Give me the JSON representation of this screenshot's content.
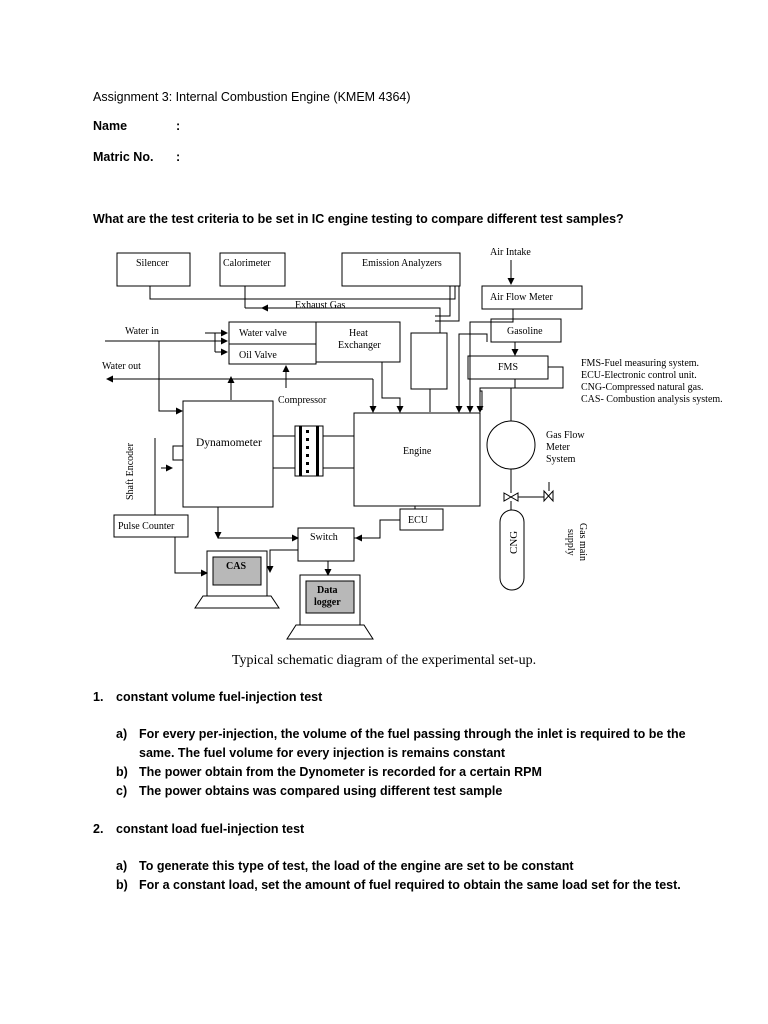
{
  "header": {
    "title": "Assignment 3: Internal Combustion Engine (KMEM 4364)",
    "name_label": "Name",
    "matric_label": "Matric No.",
    "colon": ":"
  },
  "question": "What are the test criteria to be set in IC engine testing to compare different test samples?",
  "diagram": {
    "labels": {
      "silencer": "Silencer",
      "calorimeter": "Calorimeter",
      "emission": "Emission Analyzers",
      "air_intake": "Air Intake",
      "air_flow_meter": "Air Flow Meter",
      "exhaust_gas": "Exhaust Gas",
      "water_in": "Water in",
      "water_valve": "Water valve",
      "oil_valve": "Oil Valve",
      "heat": "Heat",
      "exchanger": "Exchanger",
      "gasoline": "Gasoline",
      "fms": "FMS",
      "water_out": "Water out",
      "compressor": "Compressor",
      "dynamometer": "Dynamometer",
      "engine": "Engine",
      "gas_flow_1": "Gas Flow",
      "gas_flow_2": "Meter",
      "gas_flow_3": "System",
      "shaft_encoder": "Shaft Encoder",
      "gas_main_1": "Gas main",
      "gas_main_2": "supply",
      "ecu": "ECU",
      "pulse_counter": "Pulse Counter",
      "switch": "Switch",
      "cng": "CNG",
      "cas": "CAS",
      "data_1": "Data",
      "data_2": "logger"
    },
    "legend": [
      "FMS-Fuel measuring system.",
      "ECU-Electronic control unit.",
      "CNG-Compressed natural gas.",
      "CAS- Combustion analysis system."
    ],
    "caption": "Typical schematic diagram of the experimental set-up."
  },
  "sections": [
    {
      "number": "1.",
      "heading": "constant volume fuel-injection test",
      "items": [
        {
          "letter": "a)",
          "lines": [
            "For every per-injection, the volume of the fuel passing through the inlet is required to be the",
            "same. The fuel volume for every injection is remains constant"
          ]
        },
        {
          "letter": "b)",
          "lines": [
            "The power obtain from the Dynometer is recorded for a certain RPM"
          ]
        },
        {
          "letter": "c)",
          "lines": [
            "The power obtains was compared using different test sample"
          ]
        }
      ]
    },
    {
      "number": "2.",
      "heading": "constant load fuel-injection test",
      "items": [
        {
          "letter": "a)",
          "lines": [
            "To generate this type of test, the load of the engine are set to be constant"
          ]
        },
        {
          "letter": "b)",
          "lines": [
            "For a constant load, set the amount of fuel required to obtain the same load set for the test."
          ]
        }
      ]
    }
  ]
}
